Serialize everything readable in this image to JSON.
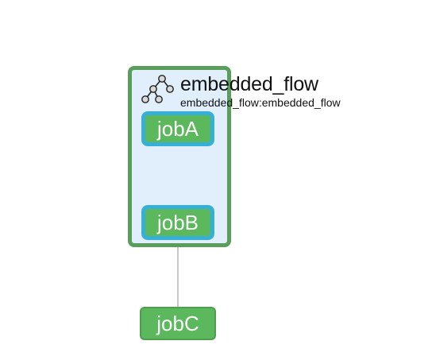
{
  "flow": {
    "title": "embedded_flow",
    "subtitle": "embedded_flow:embedded_flow",
    "icon": "flow-tree-icon",
    "colors": {
      "border": "#5a9e5b",
      "background": "#e1effd"
    }
  },
  "jobs": {
    "jobA": {
      "label": "jobA"
    },
    "jobB": {
      "label": "jobB"
    },
    "jobC": {
      "label": "jobC"
    }
  },
  "colors": {
    "job_fill": "#5cb85c",
    "nested_job_border": "#36b0d8",
    "edge": "#c8c8c8"
  }
}
